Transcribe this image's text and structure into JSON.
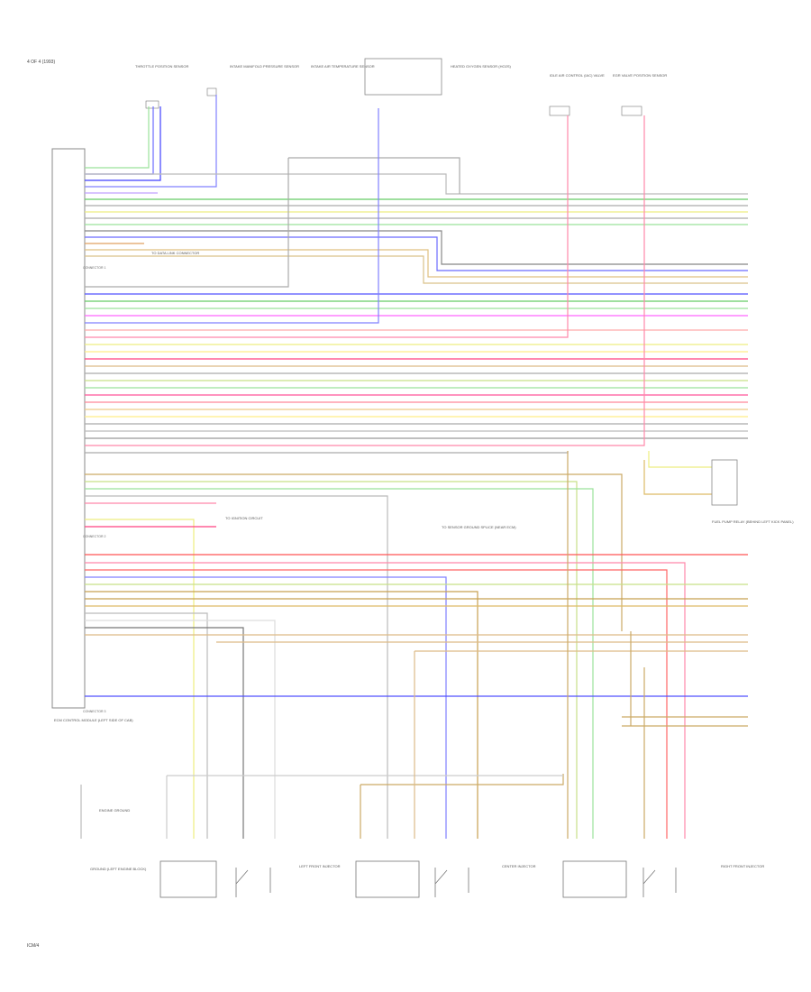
{
  "header": {
    "title": "4 OF 4 (1993)"
  },
  "footer": {
    "page_ref": "ICM/4"
  },
  "ecm": {
    "name": "ECM CONTROL MODULE (LEFT SIDE OF CAB)"
  },
  "groups": [
    "CONNECTOR 1",
    "CONNECTOR 2",
    "CONNECTOR 3"
  ],
  "top_components": [
    "THROTTLE POSITION SENSOR",
    "INTAKE MANIFOLD PRESSURE SENSOR",
    "INTAKE AIR TEMPERATURE SENSOR",
    "HEATED OXYGEN SENSOR (HO2S)",
    "IDLE AIR CONTROL (IAC) VALVE",
    "EGR VALVE POSITION SENSOR"
  ],
  "mid_notes": {
    "note1": "TO DATA LINK CONNECTOR",
    "note2": "TO IGNITION CIRCUIT",
    "note3": "TO SENSOR GROUND SPLICE (NEAR ECM)",
    "relay": "FUEL PUMP RELAY (BEHIND LEFT KICK PANEL)"
  },
  "bottom_components": [
    "LEFT FRONT INJECTOR",
    "CENTER INJECTOR",
    "RIGHT FRONT INJECTOR"
  ],
  "bottom_left": {
    "label": "ENGINE GROUND",
    "sub": "GROUND (LEFT ENGINE BLOCK)"
  }
}
